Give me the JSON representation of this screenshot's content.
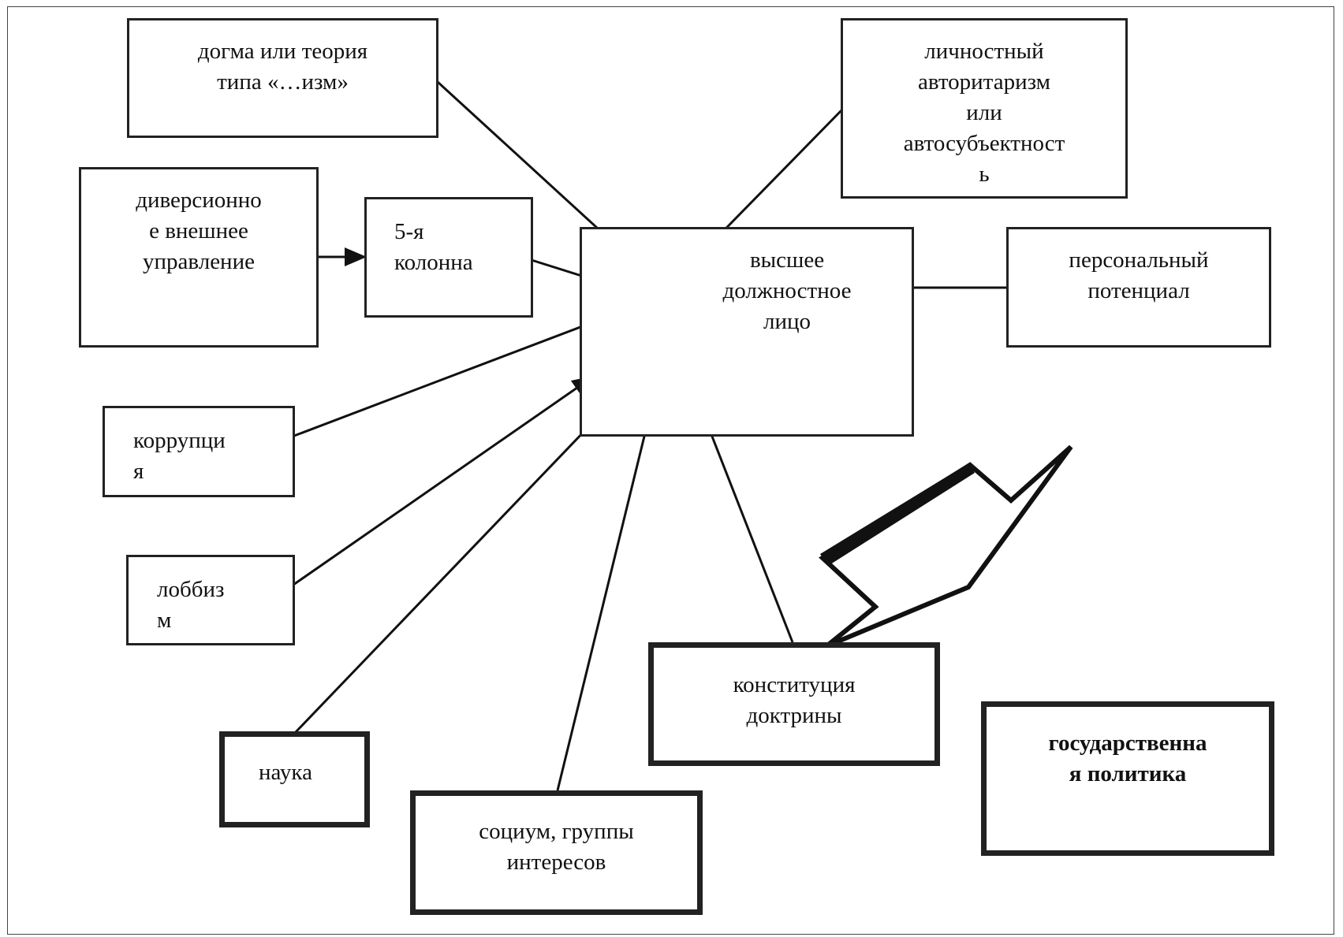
{
  "diagram": {
    "nodes": {
      "dogma": "догма или теория\nтипа    «…изм»",
      "personal_authoritarianism": "личностный\nавторитаризм\nили\nавтосубъектност\nь",
      "diversion": "диверсионно\nе внешнее\nуправление",
      "fifth_column": "5-я\nколонна",
      "official": "высшее\nдолжностное\nлицо",
      "personal_potential": "персональный\nпотенциал",
      "corruption": "коррупци\nя",
      "lobbyism": "лоббиз\nм",
      "science": "наука",
      "society": "социум, группы\nинтересов",
      "constitution": "конституция\nдоктрины",
      "state_policy": "государственна\nя политика"
    }
  }
}
